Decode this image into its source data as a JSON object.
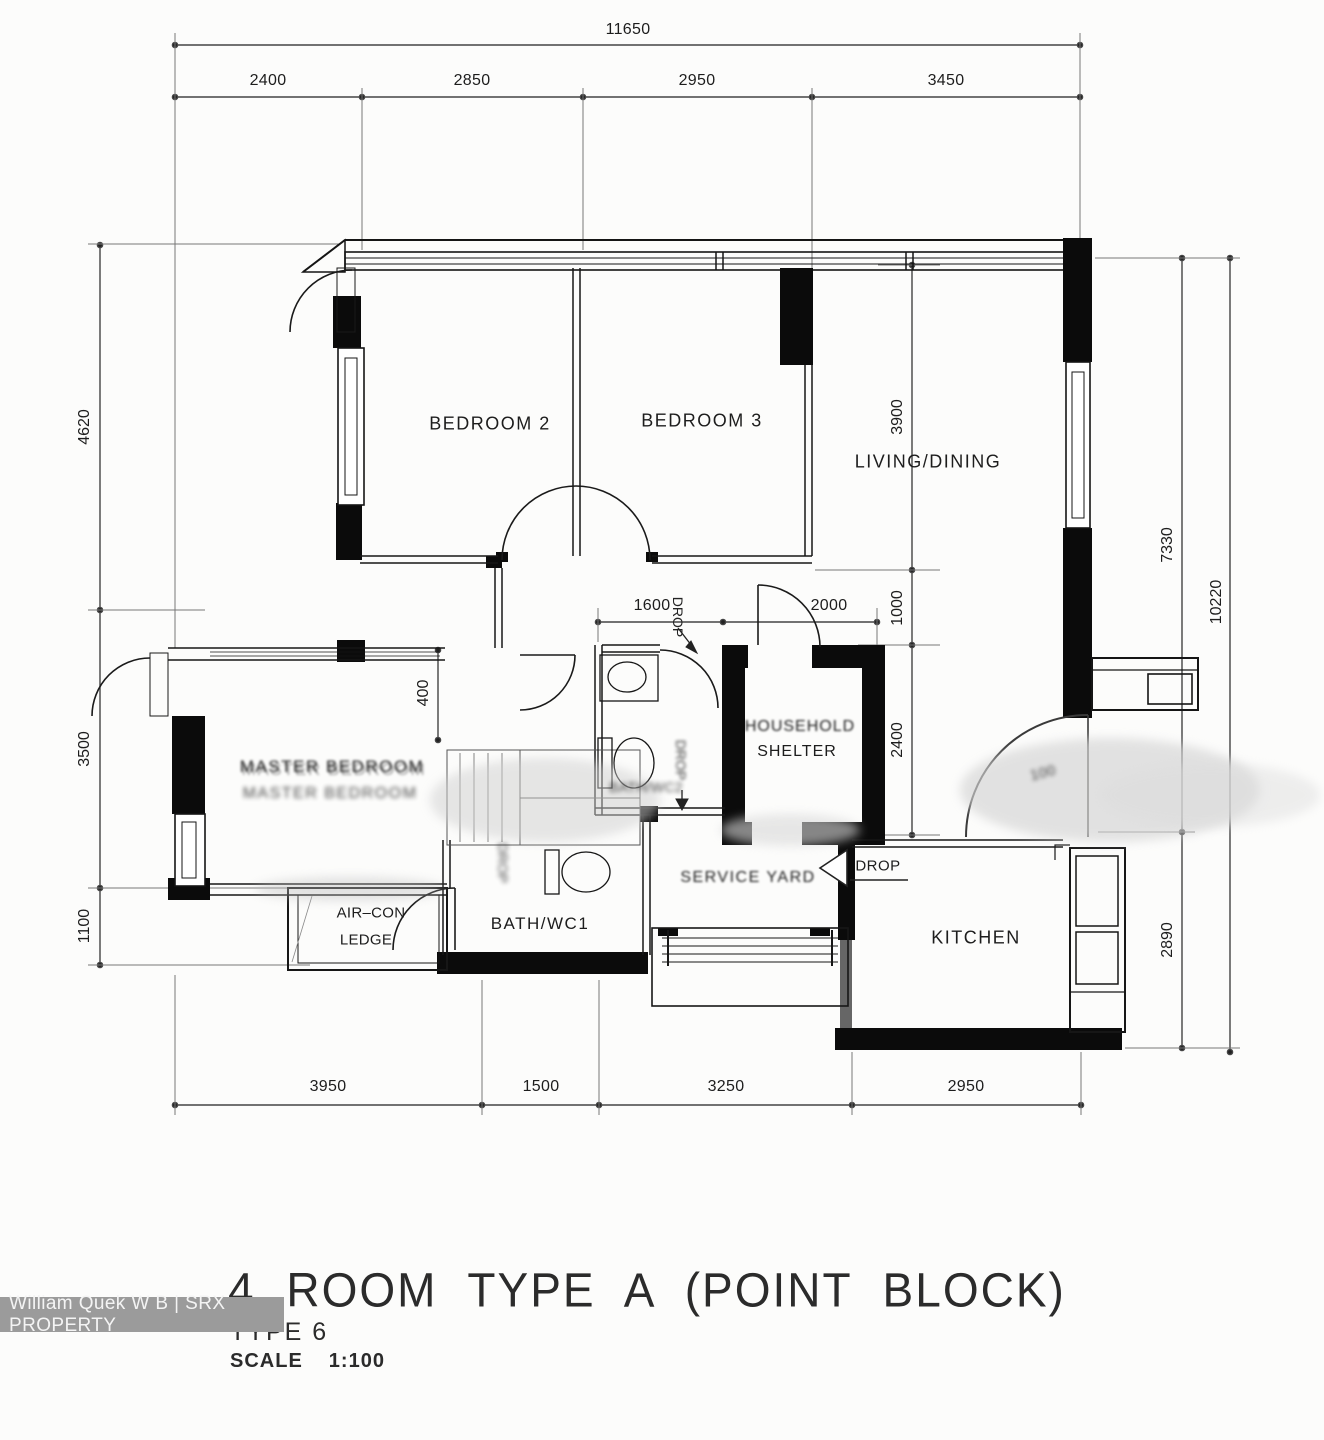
{
  "title": {
    "line1": "4 ROOM TYPE A (POINT BLOCK)",
    "line2": "TYPE 6",
    "scale_label": "SCALE",
    "scale_value": "1:100"
  },
  "watermark": {
    "text": "William Quek W B | SRX PROPERTY"
  },
  "rooms": {
    "bedroom2": "BEDROOM 2",
    "bedroom3": "BEDROOM 3",
    "living": "LIVING/DINING",
    "master": "MASTER BEDROOM",
    "shelter_line1": "HOUSEHOLD",
    "shelter_line2": "SHELTER",
    "service_yard": "SERVICE YARD",
    "kitchen": "KITCHEN",
    "bath1": "BATH/WC1",
    "bath2": "BATH/WC2",
    "aircon_line1": "AIR–CON",
    "aircon_line2": "LEDGE"
  },
  "annotations": {
    "drop": "DROP",
    "entrance_ghost": "100"
  },
  "dims": {
    "top_total": "11650",
    "top": [
      "2400",
      "2850",
      "2950",
      "3450"
    ],
    "left": [
      "4620",
      "3500",
      "1100"
    ],
    "right_inner": [
      "3900",
      "1000",
      "2400"
    ],
    "right_outer": [
      "7330",
      "10220",
      "2890"
    ],
    "bottom": [
      "3950",
      "1500",
      "3250",
      "2950"
    ],
    "inner": {
      "w1600": "1600",
      "w2000": "2000",
      "w400": "400"
    }
  },
  "colors": {
    "wall": "#0b0b0b",
    "line": "#1a1a1a",
    "dim_line": "#444444",
    "paper": "#fcfcfb",
    "watermark_bg": "#9b9b9b",
    "watermark_text": "#f4f4f4",
    "smudge": "#cfcfcf"
  }
}
